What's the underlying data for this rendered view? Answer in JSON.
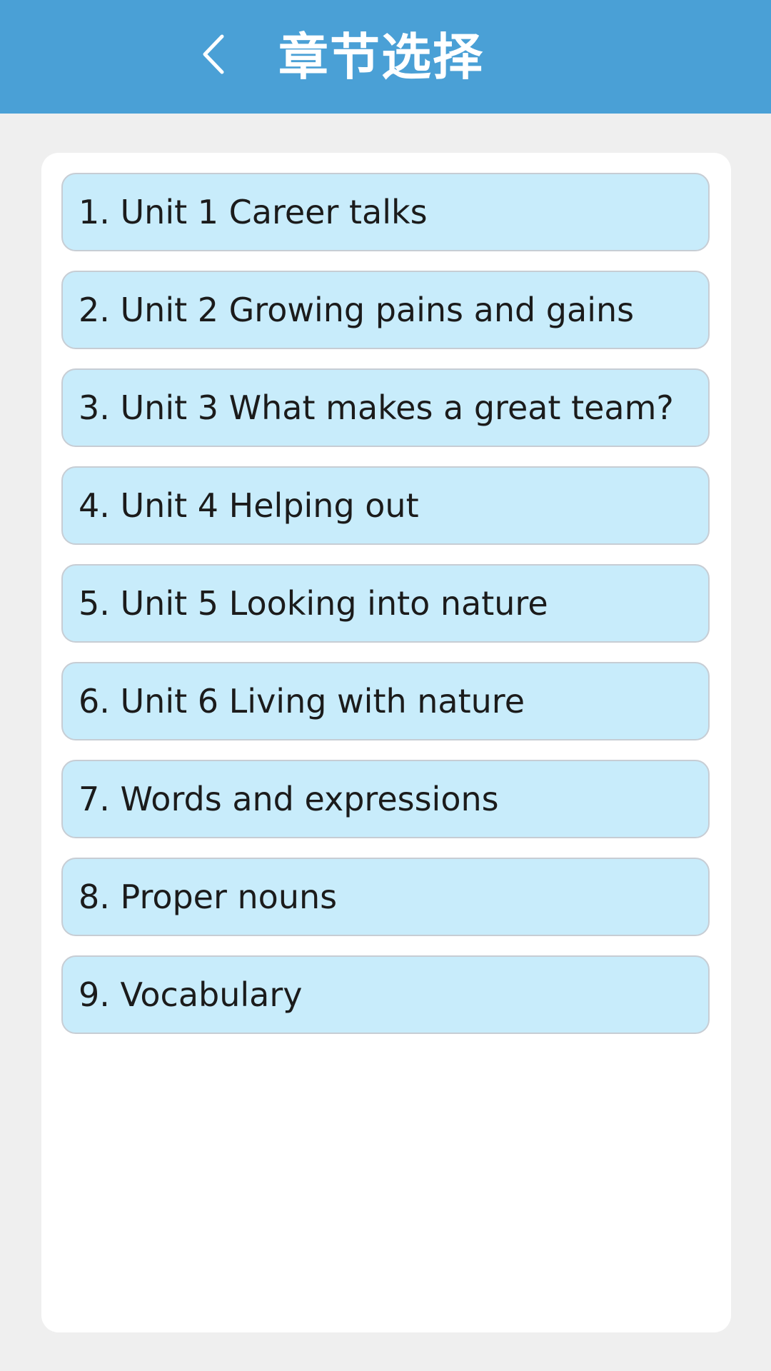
{
  "header": {
    "title": "章节选择",
    "back_icon": "chevron-left-icon",
    "background_color": "#4aa0d6",
    "text_color": "#ffffff"
  },
  "chapters": {
    "item_background_color": "#c8ecfb",
    "items": [
      {
        "label": "1. Unit 1 Career talks"
      },
      {
        "label": "2. Unit 2 Growing pains and gains"
      },
      {
        "label": "3. Unit 3 What makes a great team?"
      },
      {
        "label": "4. Unit 4 Helping out"
      },
      {
        "label": "5. Unit 5 Looking into nature"
      },
      {
        "label": "6. Unit 6 Living with nature"
      },
      {
        "label": "7. Words and expressions"
      },
      {
        "label": "8. Proper nouns"
      },
      {
        "label": "9. Vocabulary"
      }
    ]
  }
}
